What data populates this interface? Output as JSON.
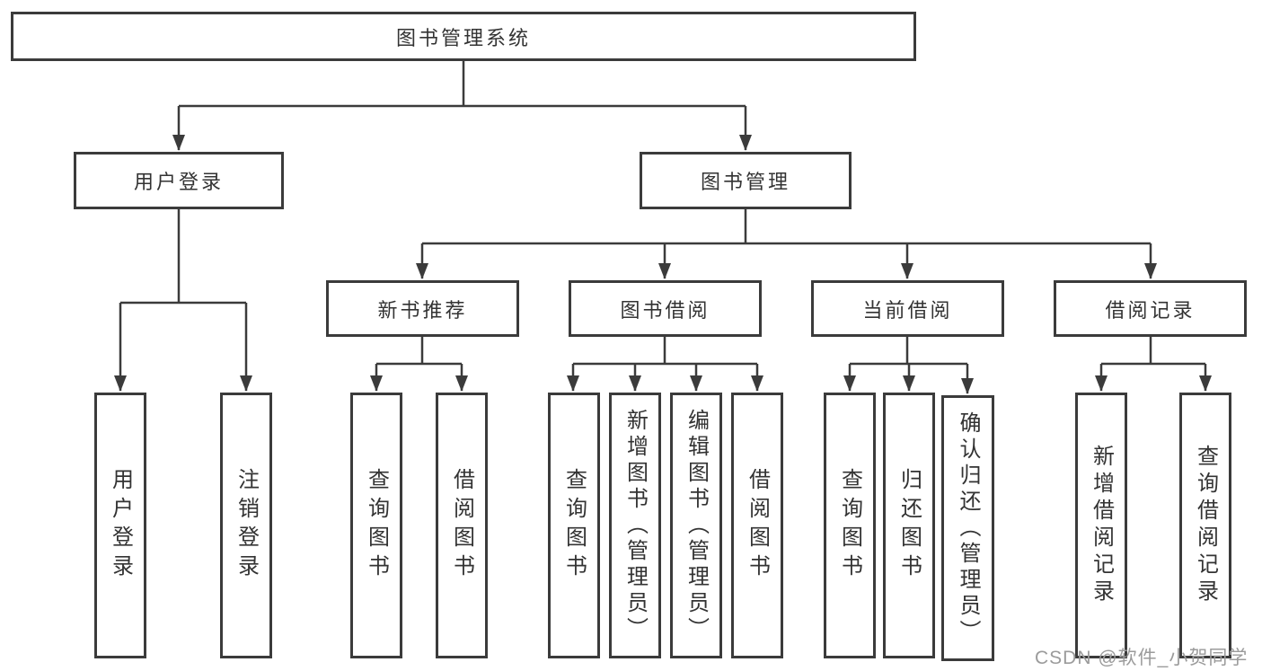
{
  "tree": {
    "root": "图书管理系统",
    "branches": [
      {
        "label": "用户登录",
        "children": [
          "用户登录",
          "注销登录"
        ]
      },
      {
        "label": "图书管理",
        "groups": [
          {
            "label": "新书推荐",
            "children": [
              "查询图书",
              "借阅图书"
            ]
          },
          {
            "label": "图书借阅",
            "children": [
              "查询图书",
              "新增图书（管理员）",
              "编辑图书（管理员）",
              "借阅图书"
            ]
          },
          {
            "label": "当前借阅",
            "children": [
              "查询图书",
              "归还图书",
              "确认归还（管理员）"
            ]
          },
          {
            "label": "借阅记录",
            "children": [
              "新增借阅记录",
              "查询借阅记录"
            ]
          }
        ]
      }
    ]
  },
  "watermark": "CSDN @软件_小贺同学",
  "colors": {
    "line": "#3b3b3b",
    "box_border": "#3b3b3b",
    "text": "#333333",
    "watermark": "#9b9b9b",
    "background": "#ffffff"
  }
}
